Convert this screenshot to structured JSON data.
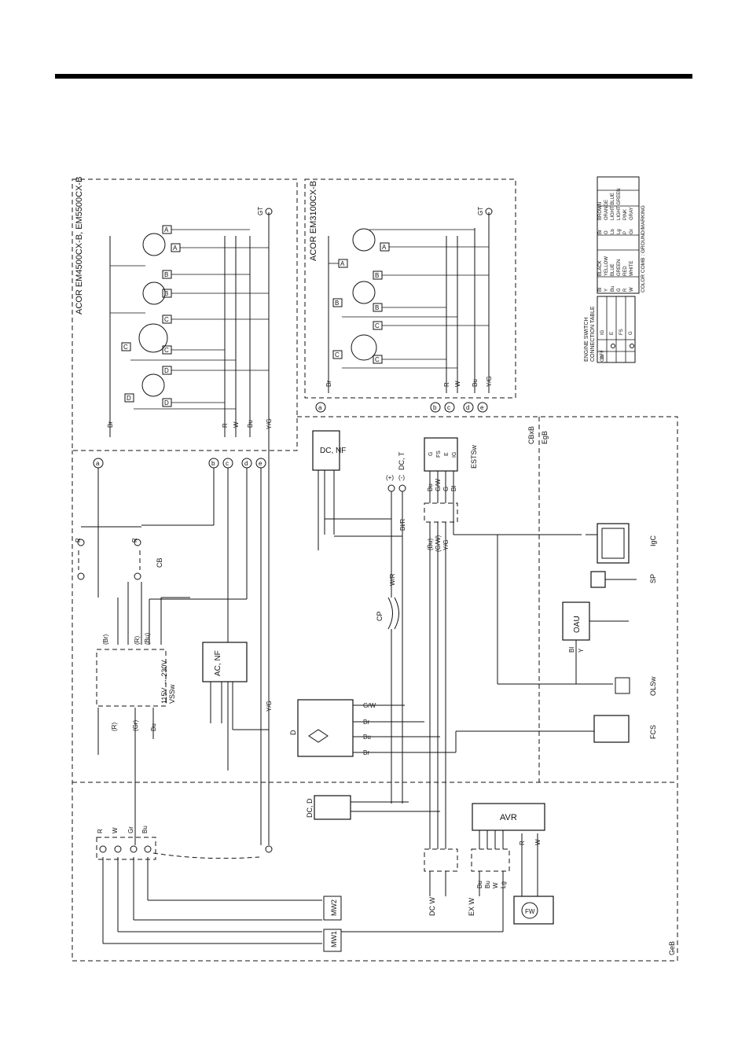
{
  "section_labels": {
    "acor_4500": "ACOR EM4500CX-B, EM5500CX-B",
    "acor_3100": "ACOR EM3100CX-B",
    "cbxb": "CBxB",
    "egb": "EgB",
    "geb": "GeB"
  },
  "components": {
    "dc_nf": "DC, NF",
    "dc_t": "DC, T",
    "ac_nf": "AC, NF",
    "estsw": "ESTSw",
    "cb": "CB",
    "cp": "CP",
    "d": "D",
    "dc_d": "DC, D",
    "avr": "AVR",
    "oau": "OAU",
    "igc": "IgC",
    "sp": "SP",
    "olsw": "OLSw",
    "fcs": "FCS",
    "vssw": "VSSw",
    "vssw_volts": "115V ↔ 230V",
    "gt": "GT",
    "mw1": "MW1",
    "mw2": "MW2",
    "dc_w": "DC W",
    "ex_w": "EX W",
    "fw": "FW",
    "plus": "(+)",
    "minus": "(-)"
  },
  "connectors": [
    "a",
    "b",
    "c",
    "d",
    "e"
  ],
  "receptacle_letters": [
    "A",
    "B",
    "C",
    "D"
  ],
  "wire_labels": {
    "br": "Br",
    "r": "R",
    "w": "W",
    "bu": "Bu",
    "yg": "Y/G",
    "bl": "Bl",
    "gr": "Gr",
    "wr": "W/R",
    "blr": "Bl/R",
    "gw": "G/W",
    "g": "G",
    "y": "Y",
    "lg": "Lg",
    "pbr": "(Br)",
    "pr": "(R)",
    "pbu": "(Bu)",
    "pgr": "(Gr)",
    "pgw": "(G/W)",
    "fs": "FS",
    "e": "E",
    "ig": "IG"
  },
  "switch_table": {
    "title_line1": "ENGINE SWITCH",
    "title_line2": "CONNECTION TABLE",
    "columns": [
      "IG",
      "E",
      "FS",
      "G"
    ],
    "rows": [
      {
        "label": "OFF",
        "conn": [
          false,
          true,
          false,
          true
        ]
      },
      {
        "label": "ON",
        "conn": [
          false,
          false,
          false,
          false
        ]
      }
    ]
  },
  "color_table": {
    "rows": [
      [
        "Bl",
        "BLACK",
        "Br",
        "BROWN"
      ],
      [
        "Y",
        "YELLOW",
        "O",
        "ORANGE"
      ],
      [
        "Bu",
        "BLUE",
        "Lb",
        "LIGHT BLUE"
      ],
      [
        "G",
        "GREEN",
        "Lg",
        "LIGHT GREEN"
      ],
      [
        "R",
        "RED",
        "P",
        "PINK"
      ],
      [
        "W",
        "WHITE",
        "Gr",
        "GRAY"
      ]
    ],
    "footer": "COLOR COMB : GROUND/MARKING"
  }
}
